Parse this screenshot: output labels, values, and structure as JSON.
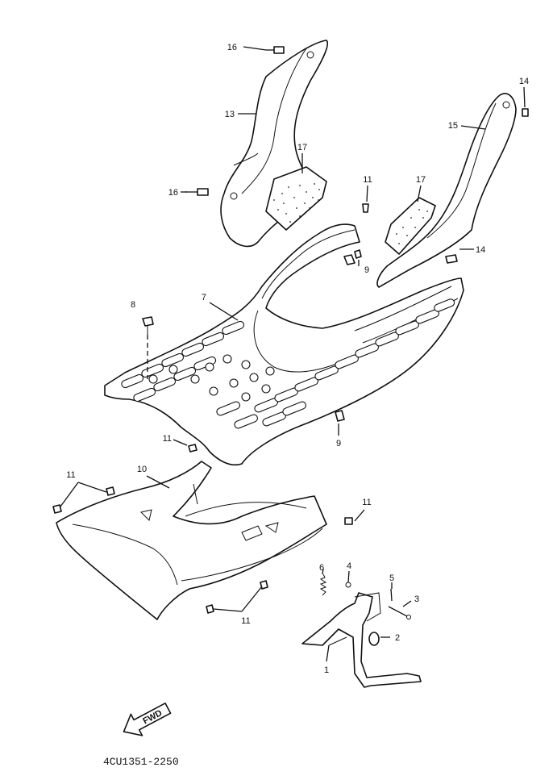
{
  "diagram": {
    "part_numbers": {
      "p1": "1",
      "p2": "2",
      "p3": "3",
      "p4": "4",
      "p5": "5",
      "p6": "6",
      "p7": "7",
      "p8": "8",
      "p9a": "9",
      "p9b": "9",
      "p10": "10",
      "p11a": "11",
      "p11b": "11",
      "p11c": "11",
      "p11d": "11",
      "p11e": "11",
      "p13": "13",
      "p14a": "14",
      "p14b": "14",
      "p15": "15",
      "p16a": "16",
      "p16b": "16",
      "p17a": "17",
      "p17b": "17"
    },
    "arrow_text": "FWD",
    "drawing_code": "4CU1351-2250"
  }
}
